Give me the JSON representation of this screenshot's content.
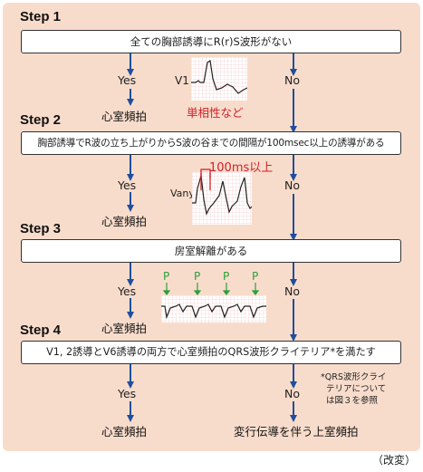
{
  "steps": {
    "s1": {
      "label": "Step 1",
      "criterion": "全ての胸部誘導にR(r)S波形がない"
    },
    "s2": {
      "label": "Step 2",
      "criterion": "胸部誘導でR波の立ち上がりからS波の谷までの間隔が100msec以上の誘導がある"
    },
    "s3": {
      "label": "Step 3",
      "criterion": "房室解離がある"
    },
    "s4": {
      "label": "Step 4",
      "criterion": "V1, 2誘導とV6誘導の両方で心室頻拍のQRS波形クライテリア*を満たす"
    }
  },
  "branches": {
    "yes": "Yes",
    "no": "No"
  },
  "results": {
    "vt": "心室頻拍",
    "svt_aberrant": "変行伝導を伴う上室頻拍"
  },
  "ecg": {
    "lead_v1": "V1",
    "monophasic_note": "単相性など",
    "interval_note": "100ms以上",
    "lead_vany": "Vany",
    "p_wave": "P"
  },
  "footnote": {
    "line1": "*QRS波形クライ",
    "line2": "テリアについて",
    "line3": "は図３を参照"
  },
  "source_note": "（改変）",
  "colors": {
    "arrow": "#1f4e9c",
    "panel": "#f8dccb",
    "accent_red": "#d1202a",
    "p_green": "#2e9e3c"
  }
}
